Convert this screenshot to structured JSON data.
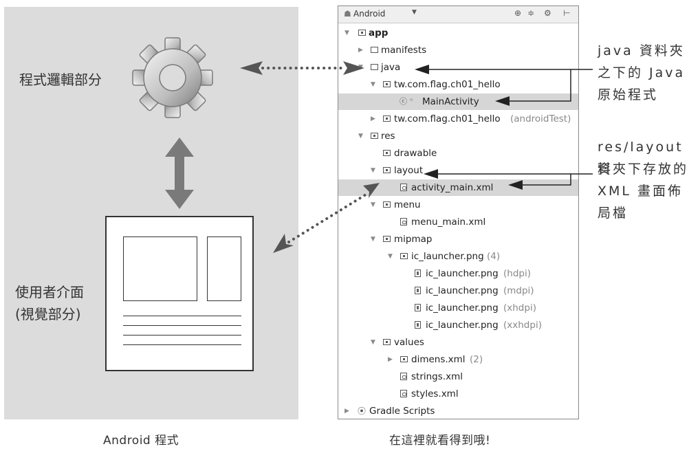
{
  "left_panel": {
    "logic_label": "程式邏輯部分",
    "ui_label_line1": "使用者介面",
    "ui_label_line2": "(視覺部分)",
    "caption": "Android 程式"
  },
  "ide": {
    "view_selector": "Android",
    "tree": [
      {
        "label": "app",
        "extra": ""
      },
      {
        "label": "manifests",
        "extra": ""
      },
      {
        "label": "java",
        "extra": ""
      },
      {
        "label": "tw.com.flag.ch01_hello",
        "extra": ""
      },
      {
        "label": "MainActivity",
        "extra": ""
      },
      {
        "label": "tw.com.flag.ch01_hello",
        "extra": "(androidTest)"
      },
      {
        "label": "res",
        "extra": ""
      },
      {
        "label": "drawable",
        "extra": ""
      },
      {
        "label": "layout",
        "extra": ""
      },
      {
        "label": "activity_main.xml",
        "extra": ""
      },
      {
        "label": "menu",
        "extra": ""
      },
      {
        "label": "menu_main.xml",
        "extra": ""
      },
      {
        "label": "mipmap",
        "extra": ""
      },
      {
        "label": "ic_launcher.png",
        "extra": "(4)"
      },
      {
        "label": "ic_launcher.png",
        "extra": "(hdpi)"
      },
      {
        "label": "ic_launcher.png",
        "extra": "(mdpi)"
      },
      {
        "label": "ic_launcher.png",
        "extra": "(xhdpi)"
      },
      {
        "label": "ic_launcher.png",
        "extra": "(xxhdpi)"
      },
      {
        "label": "values",
        "extra": ""
      },
      {
        "label": "dimens.xml",
        "extra": "(2)"
      },
      {
        "label": "strings.xml",
        "extra": ""
      },
      {
        "label": "styles.xml",
        "extra": ""
      },
      {
        "label": "Gradle Scripts",
        "extra": ""
      }
    ],
    "caption": "在這裡就看得到哦!"
  },
  "notes": {
    "java_note": [
      "java 資料夾",
      "之下的 Java",
      "原始程式"
    ],
    "res_note": [
      "res/layout 資",
      "料夾下存放的",
      "XML 畫面佈",
      "局檔"
    ]
  }
}
